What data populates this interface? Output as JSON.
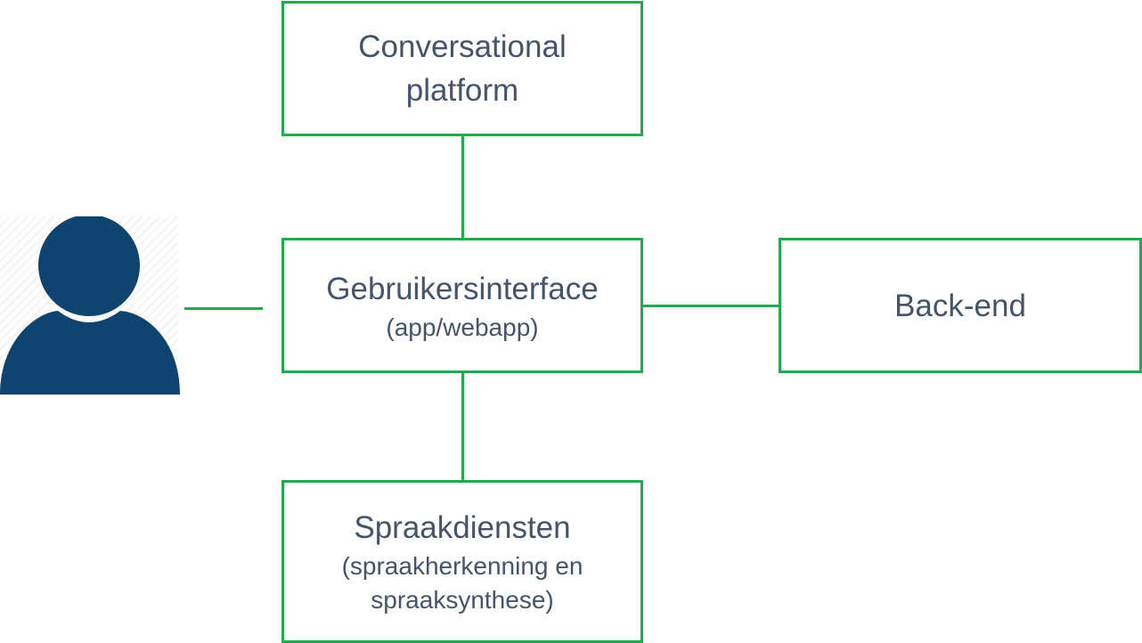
{
  "colors": {
    "box_border": "#1FAB4E",
    "connector": "#1FAB4E",
    "text": "#44546A",
    "user_icon": "#0F4470"
  },
  "user": {
    "icon": "person-icon"
  },
  "nodes": {
    "conversational_platform": {
      "title_line1": "Conversational",
      "title_line2": "platform"
    },
    "user_interface": {
      "title": "Gebruikersinterface",
      "subtitle": "(app/webapp)"
    },
    "back_end": {
      "title": "Back-end"
    },
    "speech_services": {
      "title": "Spraakdiensten",
      "subtitle_line1": "(spraakherkenning en",
      "subtitle_line2": "spraaksynthese)"
    }
  }
}
